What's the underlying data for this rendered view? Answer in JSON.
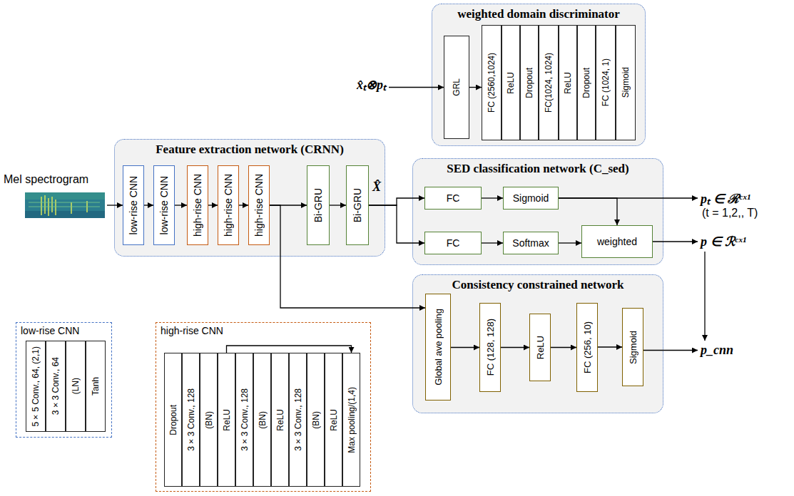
{
  "diagram": {
    "nodes": [
      {
        "text": [
          "weighted domain discriminator"
        ]
      },
      {
        "text": [
          "GRL"
        ],
        "in": 0
      },
      {
        "text": [
          "FC (2560,1024)"
        ],
        "in": 0
      },
      {
        "text": [
          "ReLU"
        ],
        "in": 0
      },
      {
        "text": [
          "Dropout"
        ],
        "in": 0
      },
      {
        "text": [
          "FC(1024, 1024)"
        ],
        "in": 0
      },
      {
        "text": [
          "ReLU"
        ],
        "in": 0
      },
      {
        "text": [
          "Dropout"
        ],
        "in": 0
      },
      {
        "text": [
          "FC (1024, 1)"
        ],
        "in": 0
      },
      {
        "text": [
          "Sigmoid"
        ],
        "in": 0
      },
      {
        "text": [
          "Feature extraction network (CRNN)"
        ]
      },
      {
        "text": [
          "low-rise CNN"
        ],
        "in": 10
      },
      {
        "text": [
          "low-rise CNN"
        ],
        "in": 10
      },
      {
        "text": [
          "high-rise CNN"
        ],
        "in": 10
      },
      {
        "text": [
          "high-rise CNN"
        ],
        "in": 10
      },
      {
        "text": [
          "high-rise CNN"
        ],
        "in": 10
      },
      {
        "text": [
          "Bi-GRU"
        ],
        "in": 10
      },
      {
        "text": [
          "Bi-GRU"
        ],
        "in": 10
      },
      {
        "text": [
          "SED classification network (C_sed)"
        ]
      },
      {
        "text": [
          "FC"
        ],
        "in": 18
      },
      {
        "text": [
          "Sigmoid"
        ],
        "in": 18
      },
      {
        "text": [
          "FC"
        ],
        "in": 18
      },
      {
        "text": [
          "Softmax"
        ],
        "in": 18
      },
      {
        "text": [
          "weighted"
        ],
        "in": 18
      },
      {
        "text": [
          "Consistency constrained network"
        ]
      },
      {
        "text": [
          "Global ave pooling"
        ],
        "in": 24
      },
      {
        "text": [
          "FC (128, 128)"
        ],
        "in": 24
      },
      {
        "text": [
          "ReLU"
        ],
        "in": 24
      },
      {
        "text": [
          "FC (256, 10)"
        ],
        "in": 24
      },
      {
        "text": [
          "Sigmoid"
        ],
        "in": 24
      },
      {
        "text": [
          "low-rise CNN"
        ]
      },
      {
        "text": [
          "5×5 Conv., 64, (2,1)"
        ],
        "in": 30
      },
      {
        "text": [
          "3×3 Conv., 64"
        ],
        "in": 30
      },
      {
        "text": [
          "(LN)"
        ],
        "in": 30
      },
      {
        "text": [
          "Tanh"
        ],
        "in": 30
      },
      {
        "text": [
          "high-rise CNN"
        ]
      },
      {
        "text": [
          "Dropout"
        ],
        "in": 35
      },
      {
        "text": [
          "3×3 Conv., 128"
        ],
        "in": 35
      },
      {
        "text": [
          "(BN)"
        ],
        "in": 35
      },
      {
        "text": [
          "ReLU"
        ],
        "in": 35
      },
      {
        "text": [
          "3×3 Conv., 128"
        ],
        "in": 35
      },
      {
        "text": [
          "(BN)"
        ],
        "in": 35
      },
      {
        "text": [
          "ReLU"
        ],
        "in": 35
      },
      {
        "text": [
          "3×3 Conv., 128"
        ],
        "in": 35
      },
      {
        "text": [
          "(BN)"
        ],
        "in": 35
      },
      {
        "text": [
          "ReLU"
        ],
        "in": 35
      },
      {
        "text": [
          "Max pooling/(1,4)"
        ],
        "in": 35
      }
    ],
    "edges": [
      {
        "from": 11,
        "to": 12,
        "arrow": "to"
      },
      {
        "from": 12,
        "to": 13,
        "arrow": "to"
      },
      {
        "from": 13,
        "to": 14,
        "arrow": "to"
      },
      {
        "from": 14,
        "to": 15,
        "arrow": "to"
      },
      {
        "from": 15,
        "to": 16,
        "arrow": "to"
      },
      {
        "from": 16,
        "to": 17,
        "arrow": "to"
      },
      {
        "from": 17,
        "to": 19,
        "arrow": "to"
      },
      {
        "from": 17,
        "to": 21,
        "arrow": "to"
      },
      {
        "from": 19,
        "to": 20,
        "arrow": "to"
      },
      {
        "from": 21,
        "to": 22,
        "arrow": "to"
      },
      {
        "from": 22,
        "to": 23,
        "arrow": "to"
      },
      {
        "from": 20,
        "to": 23,
        "arrow": "to"
      },
      {
        "from": 15,
        "to": 25,
        "arrow": "to"
      },
      {
        "from": 25,
        "to": 26,
        "arrow": "to"
      },
      {
        "from": 26,
        "to": 27,
        "arrow": "to"
      },
      {
        "from": 27,
        "to": 28,
        "arrow": "to"
      },
      {
        "from": 28,
        "to": 29,
        "arrow": "to"
      },
      {
        "from": 1,
        "to": 2,
        "arrow": "to"
      },
      {
        "from": 39,
        "to": 46,
        "arrow": "to"
      }
    ],
    "labels": [
      "Mel spectrogram",
      "X̂",
      "x̂ₜ⊗pₜ",
      "pₜ ∈ ℛᶜˣ¹",
      "(t = 1,2,, T)",
      "p ∈ ℛᶜˣ¹",
      "p_cnn"
    ]
  }
}
